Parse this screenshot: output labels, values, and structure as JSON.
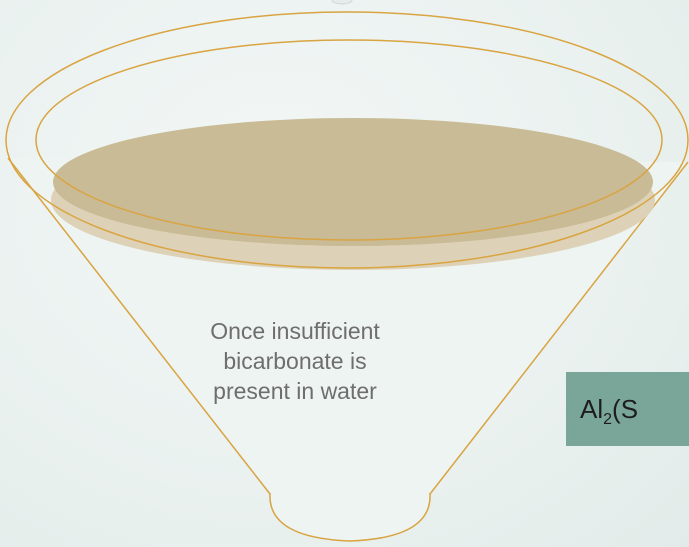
{
  "caption": {
    "line1": "Once insufficient",
    "line2": "bicarbonate is",
    "line3": "present in water"
  },
  "formula": {
    "base": "Al",
    "subscript": "2",
    "rest": "(S"
  },
  "colors": {
    "funnel_outline": "#d9a441",
    "water_top": "#c9bb96",
    "water_rim": "#ddd2b7",
    "formula_box": "#7aa699",
    "background": "#eaf1ef"
  }
}
